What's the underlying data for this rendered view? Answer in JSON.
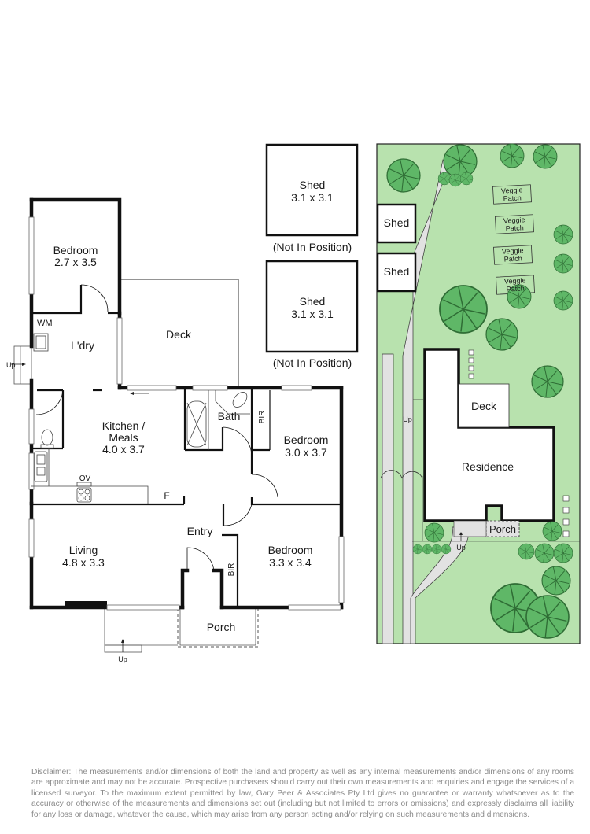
{
  "floor_plan": {
    "rooms": [
      {
        "name": "Bedroom",
        "dims": "2.7 x 3.5"
      },
      {
        "name": "L'dry",
        "dims": ""
      },
      {
        "name": "Deck",
        "dims": ""
      },
      {
        "name": "Kitchen /",
        "name2": "Meals",
        "dims": "4.0 x 3.7"
      },
      {
        "name": "Bath",
        "dims": ""
      },
      {
        "name": "Bedroom",
        "dims": "3.0 x 3.7"
      },
      {
        "name": "Living",
        "dims": "4.8 x 3.3"
      },
      {
        "name": "Entry",
        "dims": ""
      },
      {
        "name": "Bedroom",
        "dims": "3.3 x 3.4"
      },
      {
        "name": "Porch",
        "dims": ""
      }
    ],
    "fixtures": {
      "wm": "WM",
      "ov": "OV",
      "fridge": "F",
      "bir": "BIR"
    },
    "stairs": {
      "laundry_up": "Up",
      "living_up": "Up"
    }
  },
  "sheds": [
    {
      "name": "Shed",
      "dims": "3.1 x 3.1",
      "note": "(Not In Position)"
    },
    {
      "name": "Shed",
      "dims": "3.1 x 3.1",
      "note": "(Not In Position)"
    }
  ],
  "site_plan": {
    "sheds": [
      "Shed",
      "Shed"
    ],
    "veggie_patches": [
      {
        "line1": "Veggie",
        "line2": "Patch"
      },
      {
        "line1": "Veggie",
        "line2": "Patch"
      },
      {
        "line1": "Veggie",
        "line2": "Patch"
      },
      {
        "line1": "Veggie",
        "line2": "Patch"
      }
    ],
    "deck": "Deck",
    "residence": "Residence",
    "porch": "Porch",
    "up_side": "Up",
    "up_front": "Up",
    "colors": {
      "lawn": "#b8e2ae",
      "tree": "#5fb767",
      "path": "#e2e2e2"
    }
  },
  "disclaimer": "Disclaimer: The measurements and/or dimensions of both the land and property as well as any internal measurements and/or dimensions of any rooms are approximate and may not be accurate. Prospective purchasers should carry out their own measurements and enquiries and engage the services of a licensed surveyor. To the maximum extent permitted by law, Gary Peer & Associates Pty Ltd gives no guarantee or warranty whatsoever as to the accuracy or otherwise of the measurements and dimensions set out (including but not limited to errors or omissions) and expressly disclaims all liability for any loss or damage, whatever the cause, which may arise from any person acting and/or relying on such measurements and dimensions."
}
